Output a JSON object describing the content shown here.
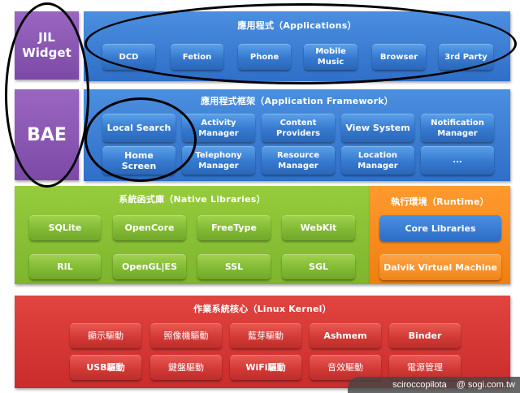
{
  "side": {
    "jil_widget": "JIL\nWidget",
    "bae": "BAE"
  },
  "applications": {
    "title": "應用程式（Applications）",
    "items": [
      "DCD",
      "Fetion",
      "Phone",
      "Mobile\nMusic",
      "Browser",
      "3rd Party"
    ]
  },
  "framework": {
    "title": "應用程式框架（Application Framework）",
    "row1": [
      "Local Search",
      "Activity\nManager",
      "Content\nProviders",
      "View System",
      "Notification\nManager"
    ],
    "row2": [
      "Home\nScreen",
      "Telephony\nManager",
      "Resource\nManager",
      "Location\nManager",
      "..."
    ]
  },
  "native_libraries": {
    "title": "系統函式庫（Native Libraries）",
    "row1": [
      "SQLite",
      "OpenCore",
      "FreeType",
      "WebKit"
    ],
    "row2": [
      "RIL",
      "OpenGL|ES",
      "SSL",
      "SGL"
    ]
  },
  "runtime": {
    "title": "執行環境（Runtime）",
    "core_libraries": "Core Libraries",
    "dalvik": "Dalvik Virtual Machine"
  },
  "kernel": {
    "title": "作業系統核心（Linux Kernel）",
    "row1": [
      "顯示驅動",
      "照像機驅動",
      "藍芽驅動",
      "Ashmem",
      "Binder"
    ],
    "row2": [
      "USB驅動",
      "鍵盤驅動",
      "WiFi驅動",
      "音效驅動",
      "電源管理"
    ]
  },
  "watermark": {
    "author": "sciroccopilota",
    "site": "@ sogi.com.tw"
  },
  "colors": {
    "purple": "#8855b5",
    "blue": "#3a7dd4",
    "green": "#86bd32",
    "orange": "#f5891c",
    "red": "#d43a36",
    "annotation": "#000000"
  }
}
